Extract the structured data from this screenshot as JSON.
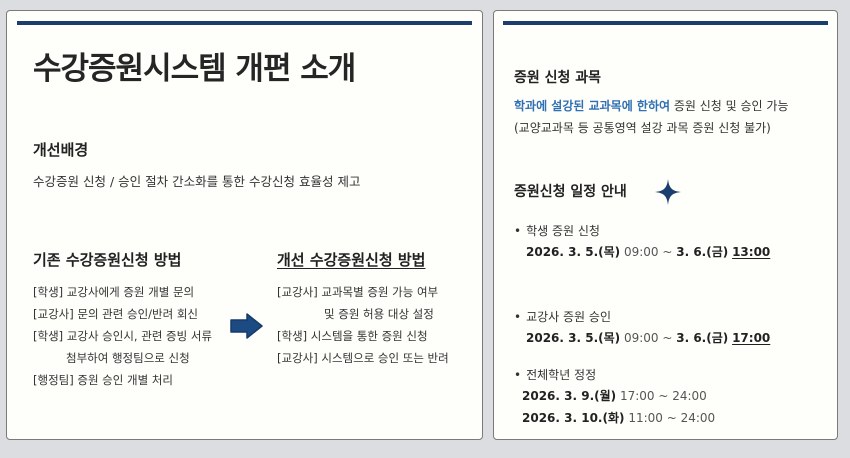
{
  "left_card": {
    "title": "수강증원시스템 개편 소개",
    "background": {
      "heading": "개선배경",
      "text": "수강증원 신청 / 승인 절차 간소화를 통한 수강신청 효율성 제고"
    },
    "old_method": {
      "heading": "기존 수강증원신청 방법",
      "items": [
        "[학생] 교강사에게 증원 개별 문의",
        "[교강사] 문의 관련 승인/반려 회신",
        "[학생] 교강사 승인시, 관련 증빙 서류",
        "첨부하여 행정팀으로 신청",
        "[행정팀] 증원 승인 개별 처리"
      ]
    },
    "arrow_icon": "right-arrow-icon",
    "new_method": {
      "heading": "개선 수강증원신청 방법",
      "items": [
        "[교강사] 교과목별 증원 가능 여부",
        "및 증원 허용 대상 설정",
        "[학생] 시스템을 통한 증원 신청",
        "[교강사] 시스템으로 승인 또는 반려"
      ]
    }
  },
  "right_card": {
    "subjects": {
      "heading": "증원 신청 과목",
      "highlight": "학과에 설강된 교과목에 한하여",
      "text_rest": " 증원 신청 및 승인 가능",
      "note": "(교양교과목 등 공통영역 설강 과목 증원 신청 불가)"
    },
    "schedule": {
      "heading": "증원신청 일정 안내",
      "star_icon": "sparkle-star-icon",
      "items": [
        {
          "label": "학생 증원 신청",
          "start_date": "2026. 3. 5.(목)",
          "start_time": " 09:00 ~ ",
          "end_date": "3. 6.(금)",
          "end_time": "13:00"
        },
        {
          "label": "교강사 증원 승인",
          "start_date": "2026. 3. 5.(목)",
          "start_time": " 09:00 ~ ",
          "end_date": "3. 6.(금)",
          "end_time": "17:00"
        },
        {
          "label": "전체학년 정정",
          "lines": [
            {
              "date": "2026. 3. 9.(월)",
              "time": " 17:00 ~ 24:00"
            },
            {
              "date": "2026. 3. 10.(화)",
              "time": " 11:00 ~ 24:00"
            }
          ]
        }
      ]
    }
  },
  "colors": {
    "accent_navy": "#1c3e6e",
    "highlight_blue": "#2f6fb3",
    "card_bg": "#fefefa",
    "page_bg": "#dcdde0"
  }
}
